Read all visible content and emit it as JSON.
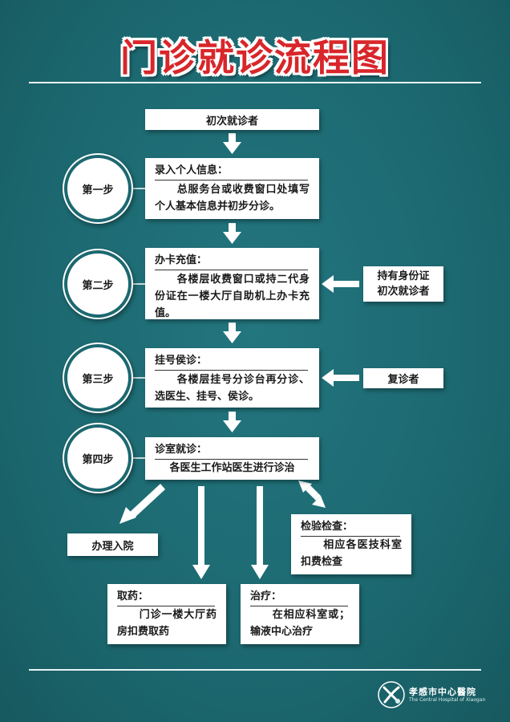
{
  "title": "门诊就诊流程图",
  "start": "初次就诊者",
  "steps": [
    {
      "label": "第一步",
      "heading": "录入个人信息：",
      "body": "　　总服务台或收费窗口处填写个人基本信息并初步分诊。"
    },
    {
      "label": "第二步",
      "heading": "办卡充值：",
      "body": "　　各楼层收费窗口或持二代身份证在一楼大厅自助机上办卡充值。"
    },
    {
      "label": "第三步",
      "heading": "挂号侯诊：",
      "body": "　　各楼层挂号分诊台再分诊、选医生、挂号、侯诊。"
    },
    {
      "label": "第四步",
      "heading": "诊室就诊：",
      "body": "各医生工作站医生进行诊治"
    }
  ],
  "side": {
    "id_holder_line1": "持有身份证",
    "id_holder_line2": "初次就诊者",
    "return_patient": "复诊者"
  },
  "outcomes": {
    "admission": "办理入院",
    "exam_heading": "检验检查：",
    "exam_body": "　　相应各医技科室扣费检查",
    "pharmacy_heading": "取药：",
    "pharmacy_body": "　　门诊一楼大厅药房扣费取药",
    "treatment_heading": "治疗：",
    "treatment_body": "　　在相应科室或；输液中心治疗"
  },
  "footer": {
    "hospital_cn": "孝感市中心醫院",
    "hospital_en": "The Central Hospital of Xiaogan"
  },
  "colors": {
    "background": "#1d6b73",
    "title": "#d8262a",
    "box": "#ffffff"
  }
}
